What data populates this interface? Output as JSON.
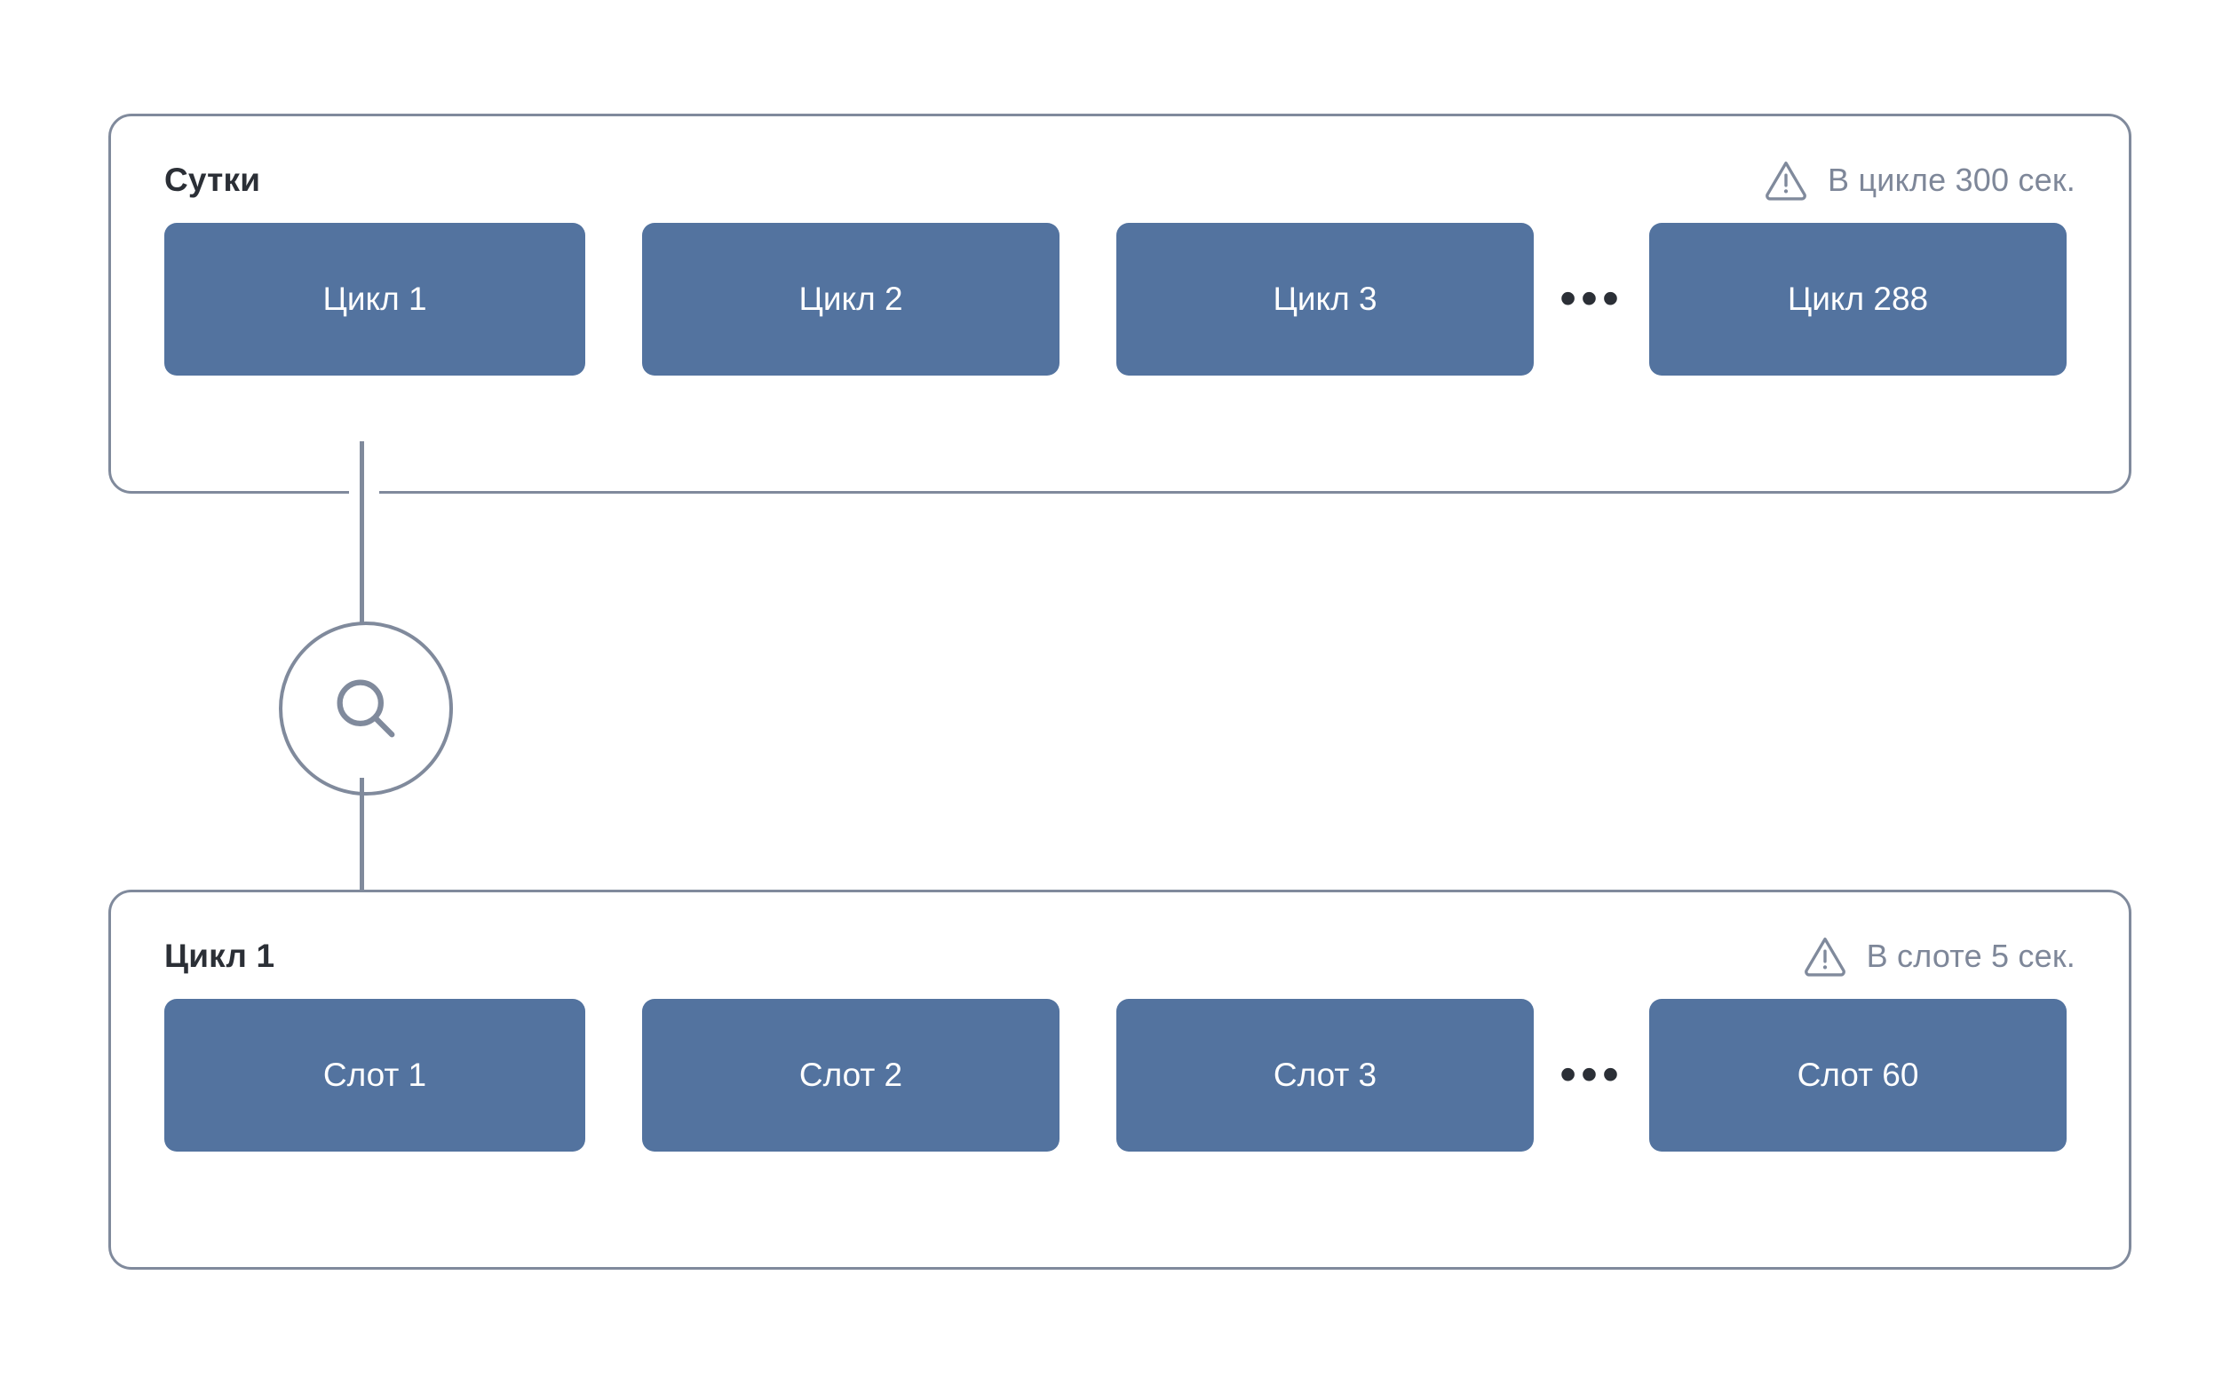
{
  "colors": {
    "box_fill": "#53739F",
    "panel_border": "#808A9C",
    "note_text": "#7E8799",
    "title_text": "#2B2F36",
    "box_text": "#FFFFFF",
    "background": "#FFFFFF"
  },
  "panels": [
    {
      "id": "day",
      "title": "Сутки",
      "note": {
        "icon": "warning-triangle-icon",
        "text": "В цикле 300 сек."
      },
      "boxes": [
        {
          "label": "Цикл 1"
        },
        {
          "label": "Цикл 2"
        },
        {
          "label": "Цикл 3"
        },
        {
          "label": "Цикл 288"
        }
      ],
      "ellipsis": "•••"
    },
    {
      "id": "cycle",
      "title": "Цикл 1",
      "note": {
        "icon": "warning-triangle-icon",
        "text": "В слоте 5 сек."
      },
      "boxes": [
        {
          "label": "Слот 1"
        },
        {
          "label": "Слот 2"
        },
        {
          "label": "Слот 3"
        },
        {
          "label": "Слот 60"
        }
      ],
      "ellipsis": "•••"
    }
  ],
  "connector": {
    "icon": "magnifier-icon",
    "from_box": "Цикл 1",
    "to_panel": "Цикл 1"
  }
}
